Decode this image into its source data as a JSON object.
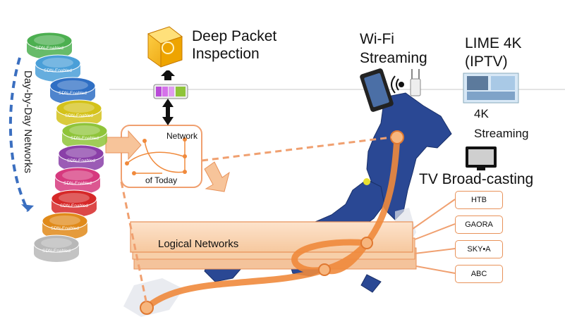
{
  "labels": {
    "dpi": "Deep Packet Inspection",
    "dpi_line1": "Deep Packet",
    "dpi_line2": "Inspection",
    "wifi_line1": "Wi-Fi",
    "wifi_line2": "Streaming",
    "lime_line1": "LIME 4K",
    "lime_line2": "(IPTV)",
    "k4_line1": "4K",
    "k4_line2": "Streaming",
    "tv": "TV Broad-casting",
    "network": "Network",
    "of_today": "of Today",
    "logical": "Logical Networks",
    "day_by_day": "Day-by-Day Networks"
  },
  "stack_label": "SDN-Enabled",
  "stack_colors": [
    "#4caf50",
    "#4a9fd8",
    "#2f6fc4",
    "#d4c21a",
    "#8fc43a",
    "#8a3fa8",
    "#d6397e",
    "#d62828",
    "#e08a1a",
    "#b8b8b8"
  ],
  "channels": [
    "HTB",
    "GAORA",
    "SKY•A",
    "ABC"
  ],
  "colors": {
    "accent": "#f4a460",
    "orange_line": "#f08a3c",
    "japan": "#1f3f8f",
    "arrow_blue": "#3b6fc0"
  }
}
